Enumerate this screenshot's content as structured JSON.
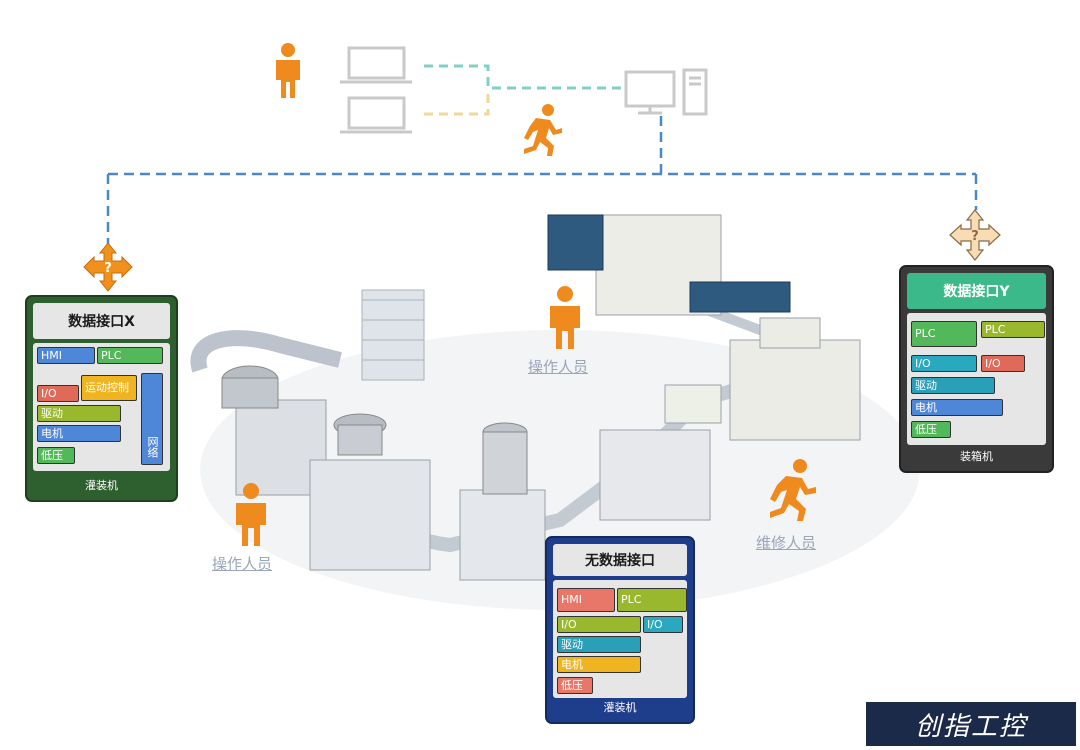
{
  "people": {
    "operator_left": "操作人员",
    "operator_center": "操作人员",
    "maintenance": "维修人员"
  },
  "panel_x": {
    "title": "数据接口X",
    "footer": "灌装机",
    "blocks": {
      "hmi": "HMI",
      "plc": "PLC",
      "io": "I/O",
      "motion": "运动控制",
      "drive": "驱动",
      "motor": "电机",
      "lowv": "低压",
      "network": "网络"
    }
  },
  "panel_y": {
    "title": "数据接口Y",
    "footer": "装箱机",
    "blocks": {
      "plc1": "PLC",
      "plc2": "PLC",
      "io1": "I/O",
      "io2": "I/O",
      "drive": "驱动",
      "motor": "电机",
      "lowv": "低压"
    }
  },
  "panel_none": {
    "title": "无数据接口",
    "footer": "灌装机",
    "blocks": {
      "hmi": "HMI",
      "plc": "PLC",
      "io1": "I/O",
      "io2": "I/O",
      "drive": "驱动",
      "motor": "电机",
      "lowv": "低压"
    }
  },
  "question_mark": "?",
  "logo_text": "创指工控",
  "colors": {
    "person": "#ee8a1e",
    "dashed_line": "#4f87c4",
    "panel_x_frame": "#2e5f2e",
    "panel_y_frame": "#3a3a3a",
    "panel_none_frame": "#1e3e8c",
    "panel_y_header": "#3bb98a"
  }
}
